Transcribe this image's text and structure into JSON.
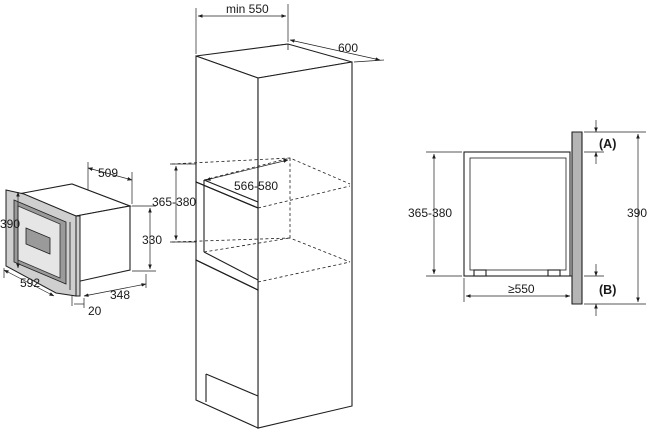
{
  "microwave": {
    "width": "592",
    "height": "390",
    "depth": "348",
    "panel_depth": "20",
    "body_width": "509",
    "body_height": "330"
  },
  "cabinet": {
    "min_width": "min 550",
    "depth": "600",
    "niche_width": "566-580",
    "niche_height": "365-380"
  },
  "section": {
    "niche_height": "365-380",
    "total_height": "390",
    "min_depth": "≥550",
    "label_a": "(A)",
    "label_b": "(B)"
  }
}
